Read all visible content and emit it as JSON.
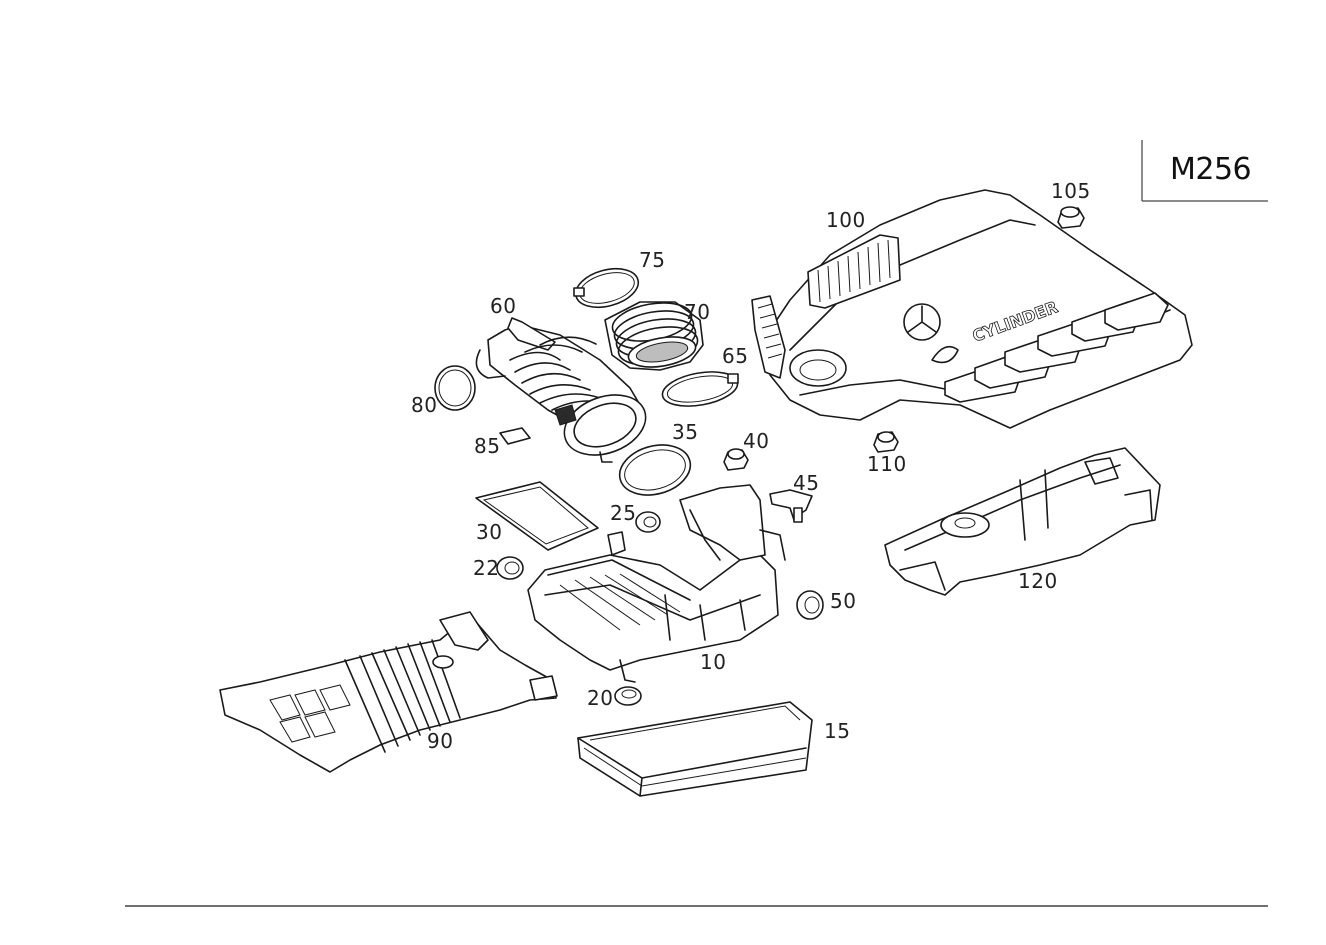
{
  "engine_code": "M256",
  "parts": [
    {
      "id": "p10",
      "number": "10"
    },
    {
      "id": "p15",
      "number": "15"
    },
    {
      "id": "p20",
      "number": "20"
    },
    {
      "id": "p22",
      "number": "22"
    },
    {
      "id": "p25",
      "number": "25"
    },
    {
      "id": "p30",
      "number": "30"
    },
    {
      "id": "p35",
      "number": "35"
    },
    {
      "id": "p40",
      "number": "40"
    },
    {
      "id": "p45",
      "number": "45"
    },
    {
      "id": "p50",
      "number": "50"
    },
    {
      "id": "p60",
      "number": "60"
    },
    {
      "id": "p65",
      "number": "65"
    },
    {
      "id": "p70",
      "number": "70"
    },
    {
      "id": "p75",
      "number": "75"
    },
    {
      "id": "p80",
      "number": "80"
    },
    {
      "id": "p85",
      "number": "85"
    },
    {
      "id": "p90",
      "number": "90"
    },
    {
      "id": "p100",
      "number": "100"
    },
    {
      "id": "p105",
      "number": "105"
    },
    {
      "id": "p110",
      "number": "110"
    },
    {
      "id": "p120",
      "number": "120"
    }
  ]
}
